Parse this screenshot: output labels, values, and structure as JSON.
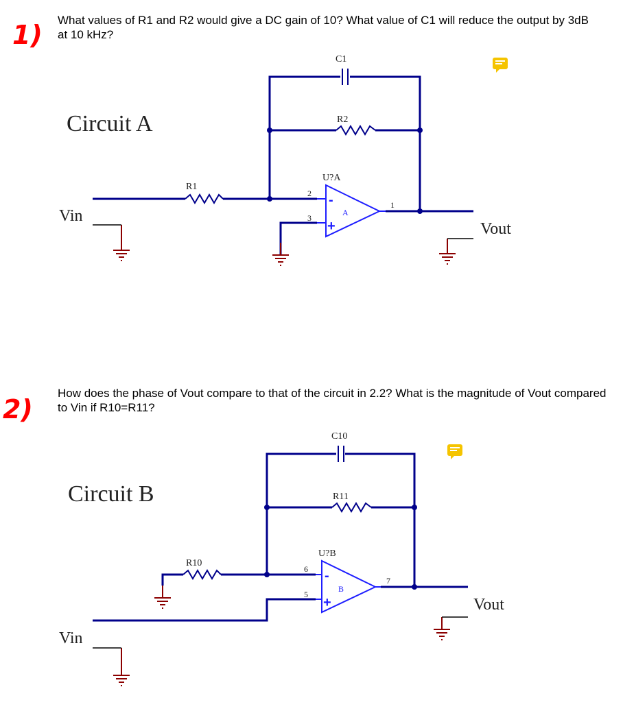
{
  "problem1": {
    "number": "1)",
    "question": "What values of R1 and R2 would give a DC gain of 10?  What value of C1 will reduce the output by 3dB at 10 kHz?",
    "circuit_title": "Circuit A",
    "labels": {
      "c1": "C1",
      "r1": "R1",
      "r2": "R2",
      "opamp": "U?A",
      "unit": "A",
      "pin_inv": "2",
      "pin_noninv": "3",
      "pin_out": "1",
      "vin": "Vin",
      "vout": "Vout",
      "minus": "-",
      "plus": "+"
    }
  },
  "problem2": {
    "number": "2)",
    "question": "How does the phase of Vout compare to that of the circuit in 2.2?  What is the magnitude of Vout compared to Vin if R10=R11?",
    "circuit_title": "Circuit B",
    "labels": {
      "c10": "C10",
      "r10": "R10",
      "r11": "R11",
      "opamp": "U?B",
      "unit": "B",
      "pin_inv": "6",
      "pin_noninv": "5",
      "pin_out": "7",
      "vin": "Vin",
      "vout": "Vout",
      "minus": "-",
      "plus": "+"
    }
  },
  "colors": {
    "wire": "#00008b",
    "opamp": "#1e1eff",
    "ground": "#8b0000",
    "handwriting": "#ff0000",
    "comment": "#f5c400"
  },
  "icons": [
    "comment-icon"
  ]
}
